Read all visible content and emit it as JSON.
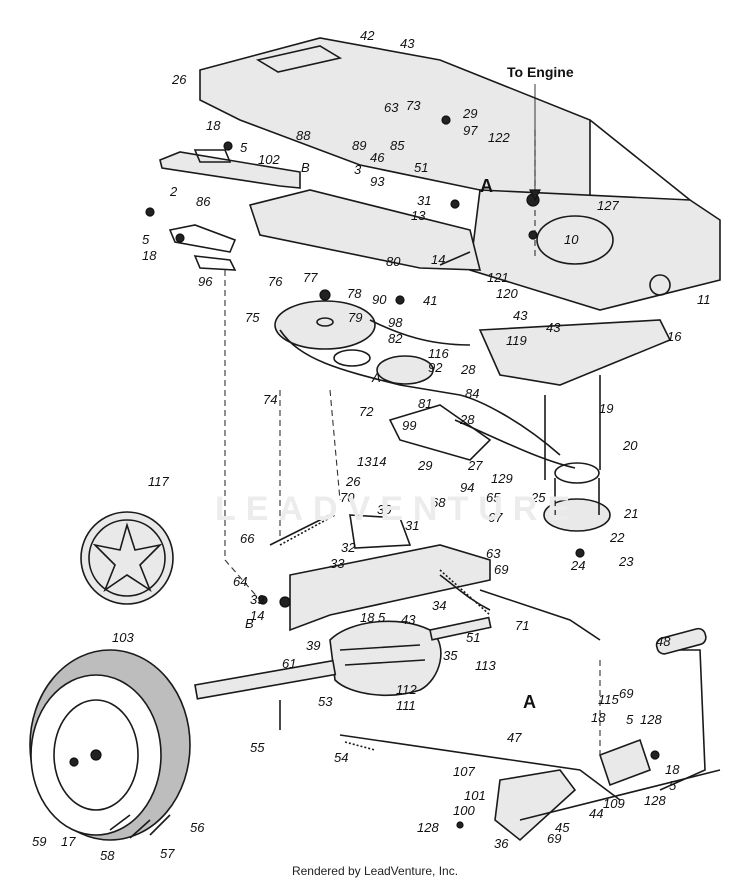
{
  "engine_label": "To Engine",
  "watermark": "LEADVENTURE",
  "footer": "Rendered by LeadVenture, Inc.",
  "section_markers": [
    "A",
    "A",
    "A",
    "B",
    "B"
  ],
  "callouts": [
    "42",
    "43",
    "26",
    "88",
    "73",
    "63",
    "29",
    "97",
    "89",
    "85",
    "46",
    "51",
    "122",
    "18",
    "5",
    "102",
    "2",
    "3",
    "93",
    "31",
    "13",
    "127",
    "86",
    "5",
    "18",
    "10",
    "14",
    "96",
    "80",
    "121",
    "120",
    "77",
    "76",
    "78",
    "90",
    "75",
    "79",
    "98",
    "82",
    "41",
    "43",
    "43",
    "119",
    "16",
    "116",
    "92",
    "28",
    "74",
    "72",
    "81",
    "84",
    "99",
    "28",
    "13",
    "14",
    "29",
    "27",
    "94",
    "129",
    "68",
    "65",
    "26",
    "70",
    "30",
    "31",
    "67",
    "66",
    "32",
    "63",
    "69",
    "33",
    "64",
    "39",
    "14",
    "34",
    "18",
    "5",
    "43",
    "39",
    "51",
    "35",
    "61",
    "113",
    "112",
    "111",
    "53",
    "55",
    "54",
    "47",
    "48",
    "115",
    "69",
    "18",
    "5",
    "128",
    "107",
    "101",
    "100",
    "128",
    "36",
    "69",
    "45",
    "44",
    "109",
    "18",
    "128",
    "5",
    "59",
    "17",
    "58",
    "57",
    "56",
    "117",
    "103",
    "71",
    "11",
    "19",
    "20",
    "25",
    "21",
    "22",
    "23",
    "24"
  ],
  "colors": {
    "ink": "#111111",
    "tire": "#bdbdbd",
    "watermark": "#ececec"
  }
}
